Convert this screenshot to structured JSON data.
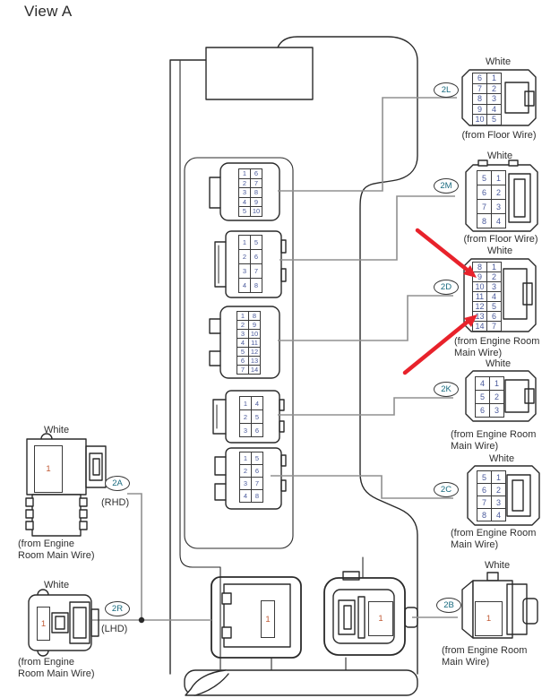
{
  "title": "View A",
  "colors": {
    "line": "#2a2a2a",
    "wire_gray": "#909090",
    "arrow_red": "#e8222b",
    "pin_number_blue": "#4a5a9c",
    "single_pin_red": "#c05a35",
    "connector_label_teal": "#17697e"
  },
  "right_connectors": [
    {
      "id": "2L",
      "color_label": "White",
      "caption_lines": [
        "(from Floor Wire)"
      ],
      "pins_rows": [
        [
          "6",
          "1"
        ],
        [
          "7",
          "2"
        ],
        [
          "8",
          "3"
        ],
        [
          "9",
          "4"
        ],
        [
          "10",
          "5"
        ]
      ]
    },
    {
      "id": "2M",
      "color_label": "White",
      "caption_lines": [
        "(from Floor Wire)"
      ],
      "pins_rows": [
        [
          "5",
          "1"
        ],
        [
          "6",
          "2"
        ],
        [
          "7",
          "3"
        ],
        [
          "8",
          "4"
        ]
      ]
    },
    {
      "id": "2D",
      "color_label": "White",
      "caption_lines": [
        "(from Engine Room",
        "Main Wire)"
      ],
      "pins_rows": [
        [
          "8",
          "1"
        ],
        [
          "9",
          "2"
        ],
        [
          "10",
          "3"
        ],
        [
          "11",
          "4"
        ],
        [
          "12",
          "5"
        ],
        [
          "13",
          "6"
        ],
        [
          "14",
          "7"
        ]
      ]
    },
    {
      "id": "2K",
      "color_label": "White",
      "caption_lines": [
        "(from Engine Room",
        "Main Wire)"
      ],
      "pins_rows": [
        [
          "4",
          "1"
        ],
        [
          "5",
          "2"
        ],
        [
          "6",
          "3"
        ]
      ]
    },
    {
      "id": "2C",
      "color_label": "White",
      "caption_lines": [
        "(from Engine Room",
        "Main Wire)"
      ],
      "pins_rows": [
        [
          "5",
          "1"
        ],
        [
          "6",
          "2"
        ],
        [
          "7",
          "3"
        ],
        [
          "8",
          "4"
        ]
      ]
    },
    {
      "id": "2B",
      "color_label": "White",
      "caption_lines": [
        "(from Engine Room",
        "Main Wire)"
      ],
      "pin": "1"
    }
  ],
  "left_connectors": [
    {
      "id": "2A",
      "variant": "(RHD)",
      "color_label": "White",
      "caption_lines": [
        "(from Engine",
        "Room Main Wire)"
      ],
      "pin": "1"
    },
    {
      "id": "2R",
      "variant": "(LHD)",
      "color_label": "White",
      "caption_lines": [
        "(from Engine",
        "Room Main Wire)"
      ],
      "pin": "1"
    }
  ],
  "internal_connectors": [
    {
      "connects_to": "2L",
      "pins_rows": [
        [
          "1",
          "6"
        ],
        [
          "2",
          "7"
        ],
        [
          "3",
          "8"
        ],
        [
          "4",
          "9"
        ],
        [
          "5",
          "10"
        ]
      ]
    },
    {
      "connects_to": "2M",
      "pins_rows": [
        [
          "1",
          "5"
        ],
        [
          "2",
          "6"
        ],
        [
          "3",
          "7"
        ],
        [
          "4",
          "8"
        ]
      ]
    },
    {
      "connects_to": "2D",
      "pins_rows": [
        [
          "1",
          "8"
        ],
        [
          "2",
          "9"
        ],
        [
          "3",
          "10"
        ],
        [
          "4",
          "11"
        ],
        [
          "5",
          "12"
        ],
        [
          "6",
          "13"
        ],
        [
          "7",
          "14"
        ]
      ]
    },
    {
      "connects_to": "2K",
      "pins_rows": [
        [
          "1",
          "4"
        ],
        [
          "2",
          "5"
        ],
        [
          "3",
          "6"
        ]
      ]
    },
    {
      "connects_to": "2C",
      "pins_rows": [
        [
          "1",
          "5"
        ],
        [
          "2",
          "6"
        ],
        [
          "3",
          "7"
        ],
        [
          "4",
          "8"
        ]
      ]
    }
  ],
  "bottom_connectors": [
    {
      "pin": "1"
    },
    {
      "pin": "1"
    }
  ]
}
